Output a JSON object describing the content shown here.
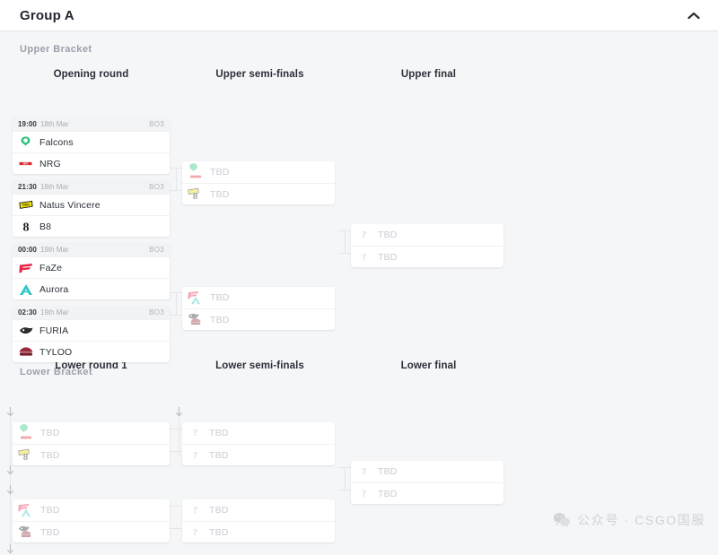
{
  "header": {
    "title": "Group A",
    "collapse_icon": "chevron-up-icon"
  },
  "brackets": {
    "upper_label": "Upper Bracket",
    "lower_label": "Lower Bracket"
  },
  "rounds": {
    "upper": [
      {
        "id": "opening",
        "title": "Opening round"
      },
      {
        "id": "upper-semis",
        "title": "Upper semi-finals"
      },
      {
        "id": "upper-final",
        "title": "Upper final"
      }
    ],
    "lower": [
      {
        "id": "lower-r1",
        "title": "Lower round 1"
      },
      {
        "id": "lower-semis",
        "title": "Lower semi-finals"
      },
      {
        "id": "lower-final",
        "title": "Lower final"
      }
    ]
  },
  "tbd_label": "TBD",
  "matches": {
    "opening": [
      {
        "time": "19:00",
        "date": "18th Mar",
        "format": "BO3",
        "teams": [
          {
            "name": "Falcons",
            "logo": "falcons-logo",
            "color": "#2ec27e"
          },
          {
            "name": "NRG",
            "logo": "nrg-logo",
            "color": "#d9272e"
          }
        ]
      },
      {
        "time": "21:30",
        "date": "18th Mar",
        "format": "BO3",
        "teams": [
          {
            "name": "Natus Vincere",
            "logo": "navi-logo",
            "color": "#f2e30e"
          },
          {
            "name": "B8",
            "logo": "b8-logo",
            "color": "#1a1a1a"
          }
        ]
      },
      {
        "time": "00:00",
        "date": "19th Mar",
        "format": "BO3",
        "teams": [
          {
            "name": "FaZe",
            "logo": "faze-logo",
            "color": "#e8254a"
          },
          {
            "name": "Aurora",
            "logo": "aurora-logo",
            "color": "#2ec5c5"
          }
        ]
      },
      {
        "time": "02:30",
        "date": "19th Mar",
        "format": "BO3",
        "teams": [
          {
            "name": "FURIA",
            "logo": "furia-logo",
            "color": "#2b2b2b"
          },
          {
            "name": "TYLOO",
            "logo": "tyloo-logo",
            "color": "#9c2franchise"
          }
        ]
      }
    ],
    "upper_semis": [
      {
        "slots": [
          {
            "label": "TBD",
            "ghost": [
              "falcons-logo",
              "nrg-logo"
            ]
          },
          {
            "label": "TBD",
            "ghost": [
              "navi-logo",
              "b8-logo"
            ]
          }
        ]
      },
      {
        "slots": [
          {
            "label": "TBD",
            "ghost": [
              "faze-logo",
              "aurora-logo"
            ]
          },
          {
            "label": "TBD",
            "ghost": [
              "furia-logo",
              "tyloo-logo"
            ]
          }
        ]
      }
    ],
    "upper_final": [
      {
        "slots": [
          {
            "label": "TBD",
            "ghost": []
          },
          {
            "label": "TBD",
            "ghost": []
          }
        ]
      }
    ],
    "lower_r1": [
      {
        "slots": [
          {
            "label": "TBD",
            "ghost": [
              "falcons-logo",
              "nrg-logo"
            ]
          },
          {
            "label": "TBD",
            "ghost": [
              "navi-logo",
              "b8-logo"
            ]
          }
        ]
      },
      {
        "slots": [
          {
            "label": "TBD",
            "ghost": [
              "faze-logo",
              "aurora-logo"
            ]
          },
          {
            "label": "TBD",
            "ghost": [
              "furia-logo",
              "tyloo-logo"
            ]
          }
        ]
      }
    ],
    "lower_semis": [
      {
        "slots": [
          {
            "label": "TBD",
            "ghost": []
          },
          {
            "label": "TBD",
            "ghost": []
          }
        ]
      }
    ],
    "lower_final": [
      {
        "slots": [
          {
            "label": "TBD",
            "ghost": []
          },
          {
            "label": "TBD",
            "ghost": []
          }
        ]
      }
    ]
  },
  "drop_arrows": 4,
  "watermark": {
    "text": "公众号 · CSGO国服",
    "icon": "wechat-icon"
  },
  "colors": {
    "page_bg": "#f5f6f8",
    "card_bg": "#ffffff",
    "header_bg": "#ffffff",
    "line": "#e4e6ea",
    "muted_text": "#9aa0aa",
    "tbd_text": "#c9ccd2"
  }
}
